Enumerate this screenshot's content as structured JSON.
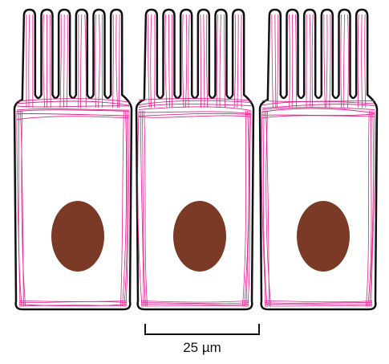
{
  "diagram": {
    "cells": [
      {
        "id": "cell-1",
        "microvilli": 6
      },
      {
        "id": "cell-2",
        "microvilli": 6
      },
      {
        "id": "cell-3",
        "microvilli": 6
      }
    ],
    "colors": {
      "membrane": "#111111",
      "filaments": "#e0218a",
      "nucleus": "#7a3a26",
      "background": "#ffffff"
    },
    "scale_bar": {
      "label": "25 µm"
    }
  }
}
